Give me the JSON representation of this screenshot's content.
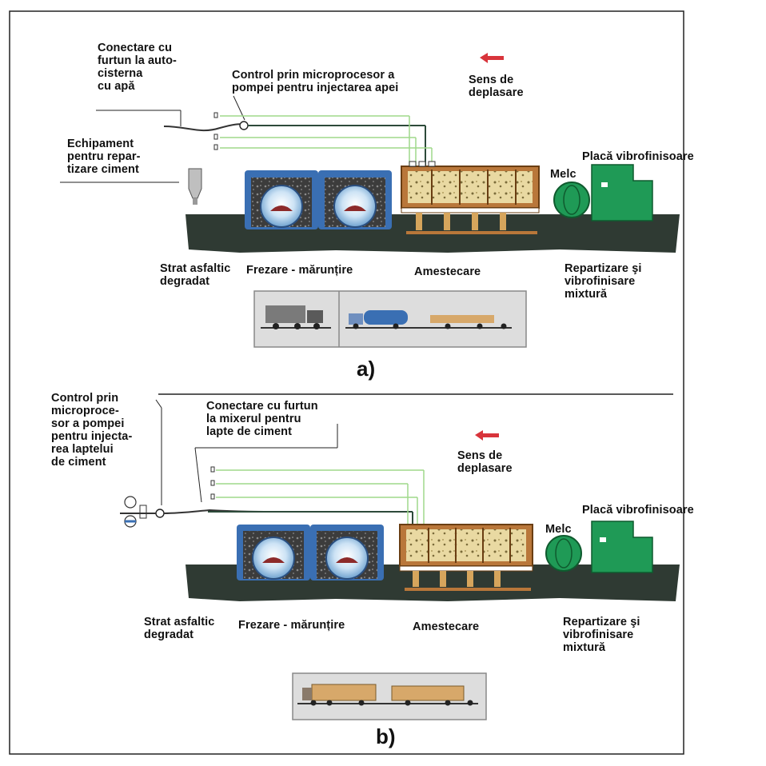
{
  "panel_a": {
    "letter": "a)",
    "hose_connection": [
      "Conectare cu",
      "furtun la auto-",
      "cisterna",
      "cu apă"
    ],
    "microprocessor_control": [
      "Control prin microprocesor a",
      "pompei pentru injectarea apei"
    ],
    "direction": [
      "Sens de",
      "deplasare"
    ],
    "cement_equipment": [
      "Echipament",
      "pentru repar-",
      "tizare ciment"
    ],
    "vibro_plate": "Placă vibrofinisoare",
    "auger": "Melc",
    "degraded_layer": [
      "Strat asfaltic",
      "degradat"
    ],
    "milling": "Frezare - mărunțire",
    "mixing": "Amestecare",
    "spreading": [
      "Repartizare şi",
      "vibrofinisare",
      "mixtură"
    ]
  },
  "panel_b": {
    "letter": "b)",
    "microprocessor_control": [
      "Control prin",
      "microproce-",
      "sor a pompei",
      "pentru injecta-",
      "rea laptelui",
      "de ciment"
    ],
    "hose_connection": [
      "Conectare cu furtun",
      "la mixerul pentru",
      "lapte de ciment"
    ],
    "direction": [
      "Sens de",
      "deplasare"
    ],
    "vibro_plate": "Placă vibrofinisoare",
    "auger": "Melc",
    "degraded_layer": [
      "Strat asfaltic",
      "degradat"
    ],
    "milling": "Frezare - mărunțire",
    "mixing": "Amestecare",
    "spreading": [
      "Repartizare şi",
      "vibrofinisare",
      "mixtură"
    ]
  },
  "colors": {
    "ground": "#2f3a33",
    "machine_blue": "#3a6fb3",
    "chamber_brown": "#b9773a",
    "plate_green": "#1f9a56",
    "arrow_red": "#d8343b",
    "pipe_green": "#9fd98a"
  }
}
